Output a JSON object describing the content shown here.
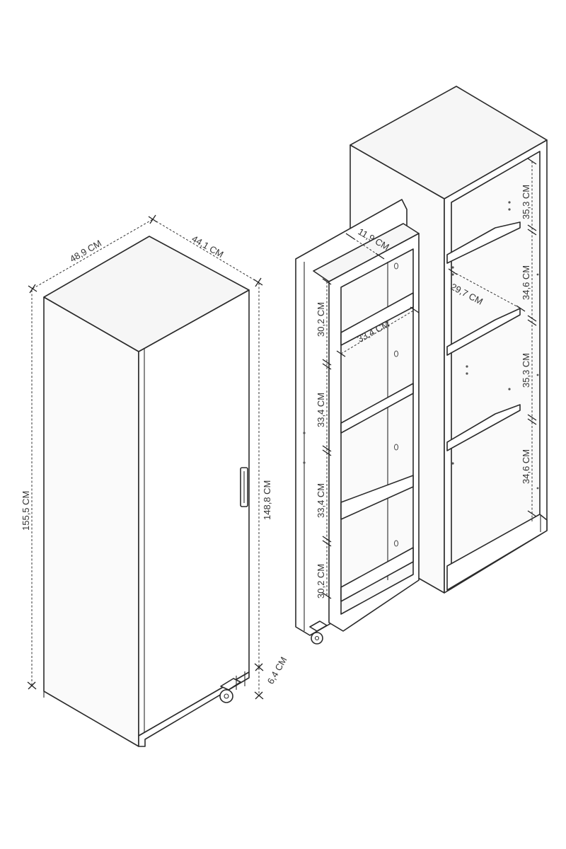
{
  "diagram": {
    "cabinet_closed": {
      "depth_label": "48,9 CM",
      "width_label": "44,1 CM",
      "total_height_label": "155,5 CM",
      "body_height_label": "148,8 CM",
      "leg_height_label": "6,4 CM"
    },
    "pullout_unit": {
      "depth_label": "11,9 CM",
      "width_label": "33,4 CM",
      "compartments": [
        "30,2 CM",
        "33,4 CM",
        "33,4 CM",
        "30,2 CM"
      ]
    },
    "cabinet_shelves": {
      "shelf_width_label": "29,7 CM",
      "compartments": [
        "35,3 CM",
        "34,6 CM",
        "35,3 CM",
        "34,6 CM"
      ]
    }
  }
}
